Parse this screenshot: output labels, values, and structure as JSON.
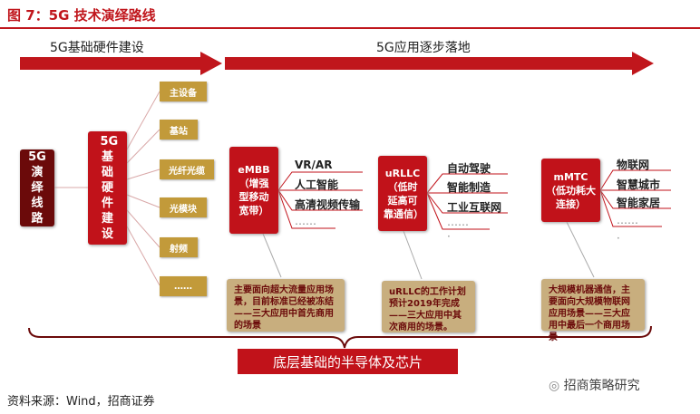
{
  "title": "图 7：5G 技术演绎路线",
  "phases": [
    "5G基础硬件建设",
    "5G应用逐步落地"
  ],
  "root_box": "5G演绎线路",
  "hardware_box": "5G基础硬件建设",
  "hardware_items": [
    "主设备",
    "基站",
    "光纤光缆",
    "光模块",
    "射频",
    "……"
  ],
  "apps": [
    {
      "label": "eMBB（增强型移动宽带）",
      "items": [
        "VR/AR",
        "人工智能",
        "高清视频传输",
        "……"
      ],
      "note": "主要面向超大流量应用场景，目前标准已经被冻结——三大应用中首先商用的场景"
    },
    {
      "label": "uRLLC（低时延高可靠通信）",
      "items": [
        "自动驾驶",
        "智能制造",
        "工业互联网",
        "……",
        "·"
      ],
      "note": "uRLLC的工作计划预计2019年完成——三大应用中其次商用的场景。"
    },
    {
      "label": "mMTC（低功耗大连接）",
      "items": [
        "物联网",
        "智慧城市",
        "智能家居",
        "……",
        "·"
      ],
      "note": "大规模机器通信，主要面向大规模物联网应用场景——三大应用中最后一个商用场景"
    }
  ],
  "bottom": "底层基础的半导体及芯片",
  "source": "资料来源：Wind，招商证券",
  "watermark": "招商策略研究"
}
